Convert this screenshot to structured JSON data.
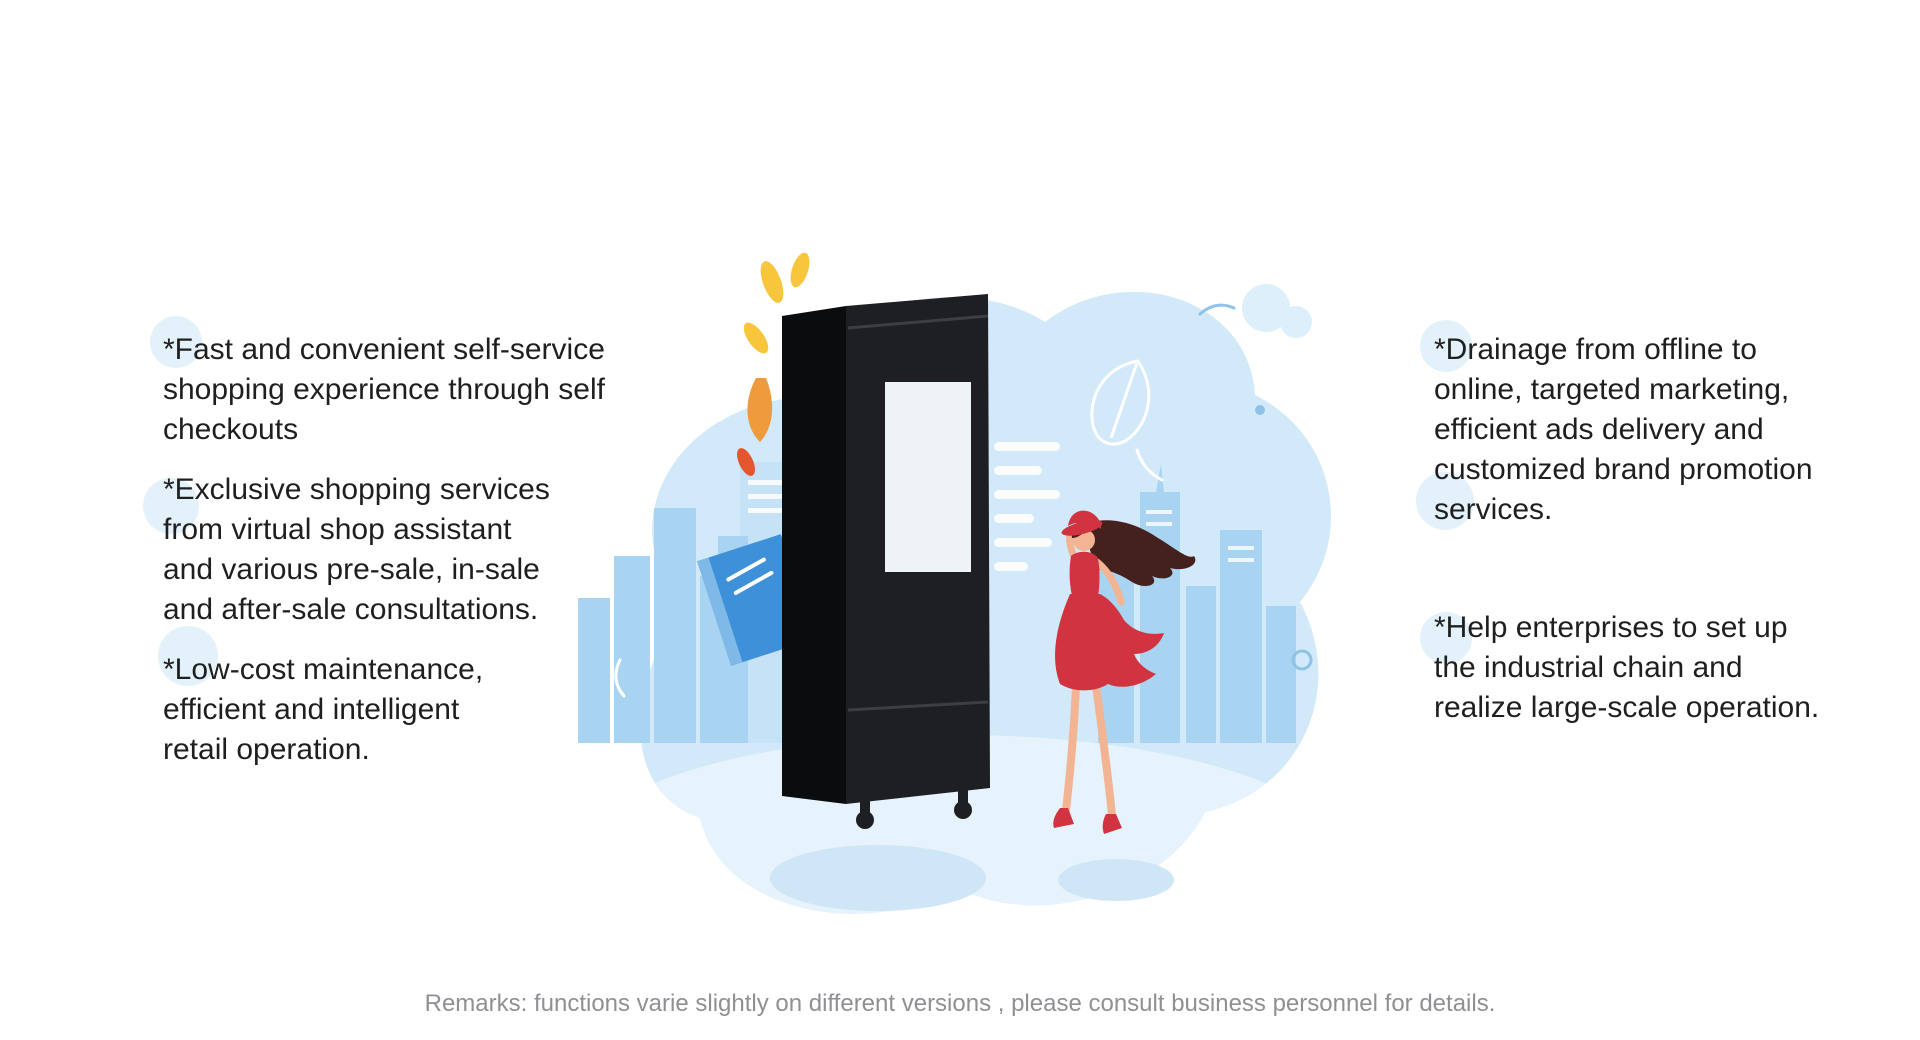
{
  "left_features": [
    {
      "text": "*Fast and convenient self-service\nshopping experience through self\ncheckouts"
    },
    {
      "text": "*Exclusive shopping services\nfrom virtual shop assistant\nand various pre-sale, in-sale\nand after-sale consultations."
    },
    {
      "text": "*Low-cost maintenance,\nefficient and intelligent\nretail operation."
    }
  ],
  "right_features": [
    {
      "text": "*Drainage from offline  to\nonline, targeted marketing,\nefficient ads delivery and\ncustomized brand promotion\nservices."
    },
    {
      "text": "*Help enterprises to set up\nthe industrial chain and\nrealize large-scale operation."
    }
  ],
  "remarks": "Remarks: functions varie slightly on different versions , please consult business personnel for details.",
  "colors": {
    "bg": "#ffffff",
    "text": "#1f1f1f",
    "muted": "#8e9094",
    "blob": "#d2e9f9",
    "blob-light": "#e6f3fc",
    "skyline": "#a9d4f1",
    "skyline-light": "#c6e2f7",
    "machine-front": "#1e1f23",
    "machine-side": "#0b0c0e",
    "machine-seam": "#3c3e44",
    "screen": "#edf3f7",
    "card": "#3e90d8",
    "card-light": "#7fb9e8",
    "yellow": "#f8c63d",
    "orange": "#f09a3e",
    "red": "#d13440",
    "skin": "#f2b493",
    "hair": "#45211d",
    "shadow": "#cfe6f7",
    "deco": "#8fc2e9"
  }
}
